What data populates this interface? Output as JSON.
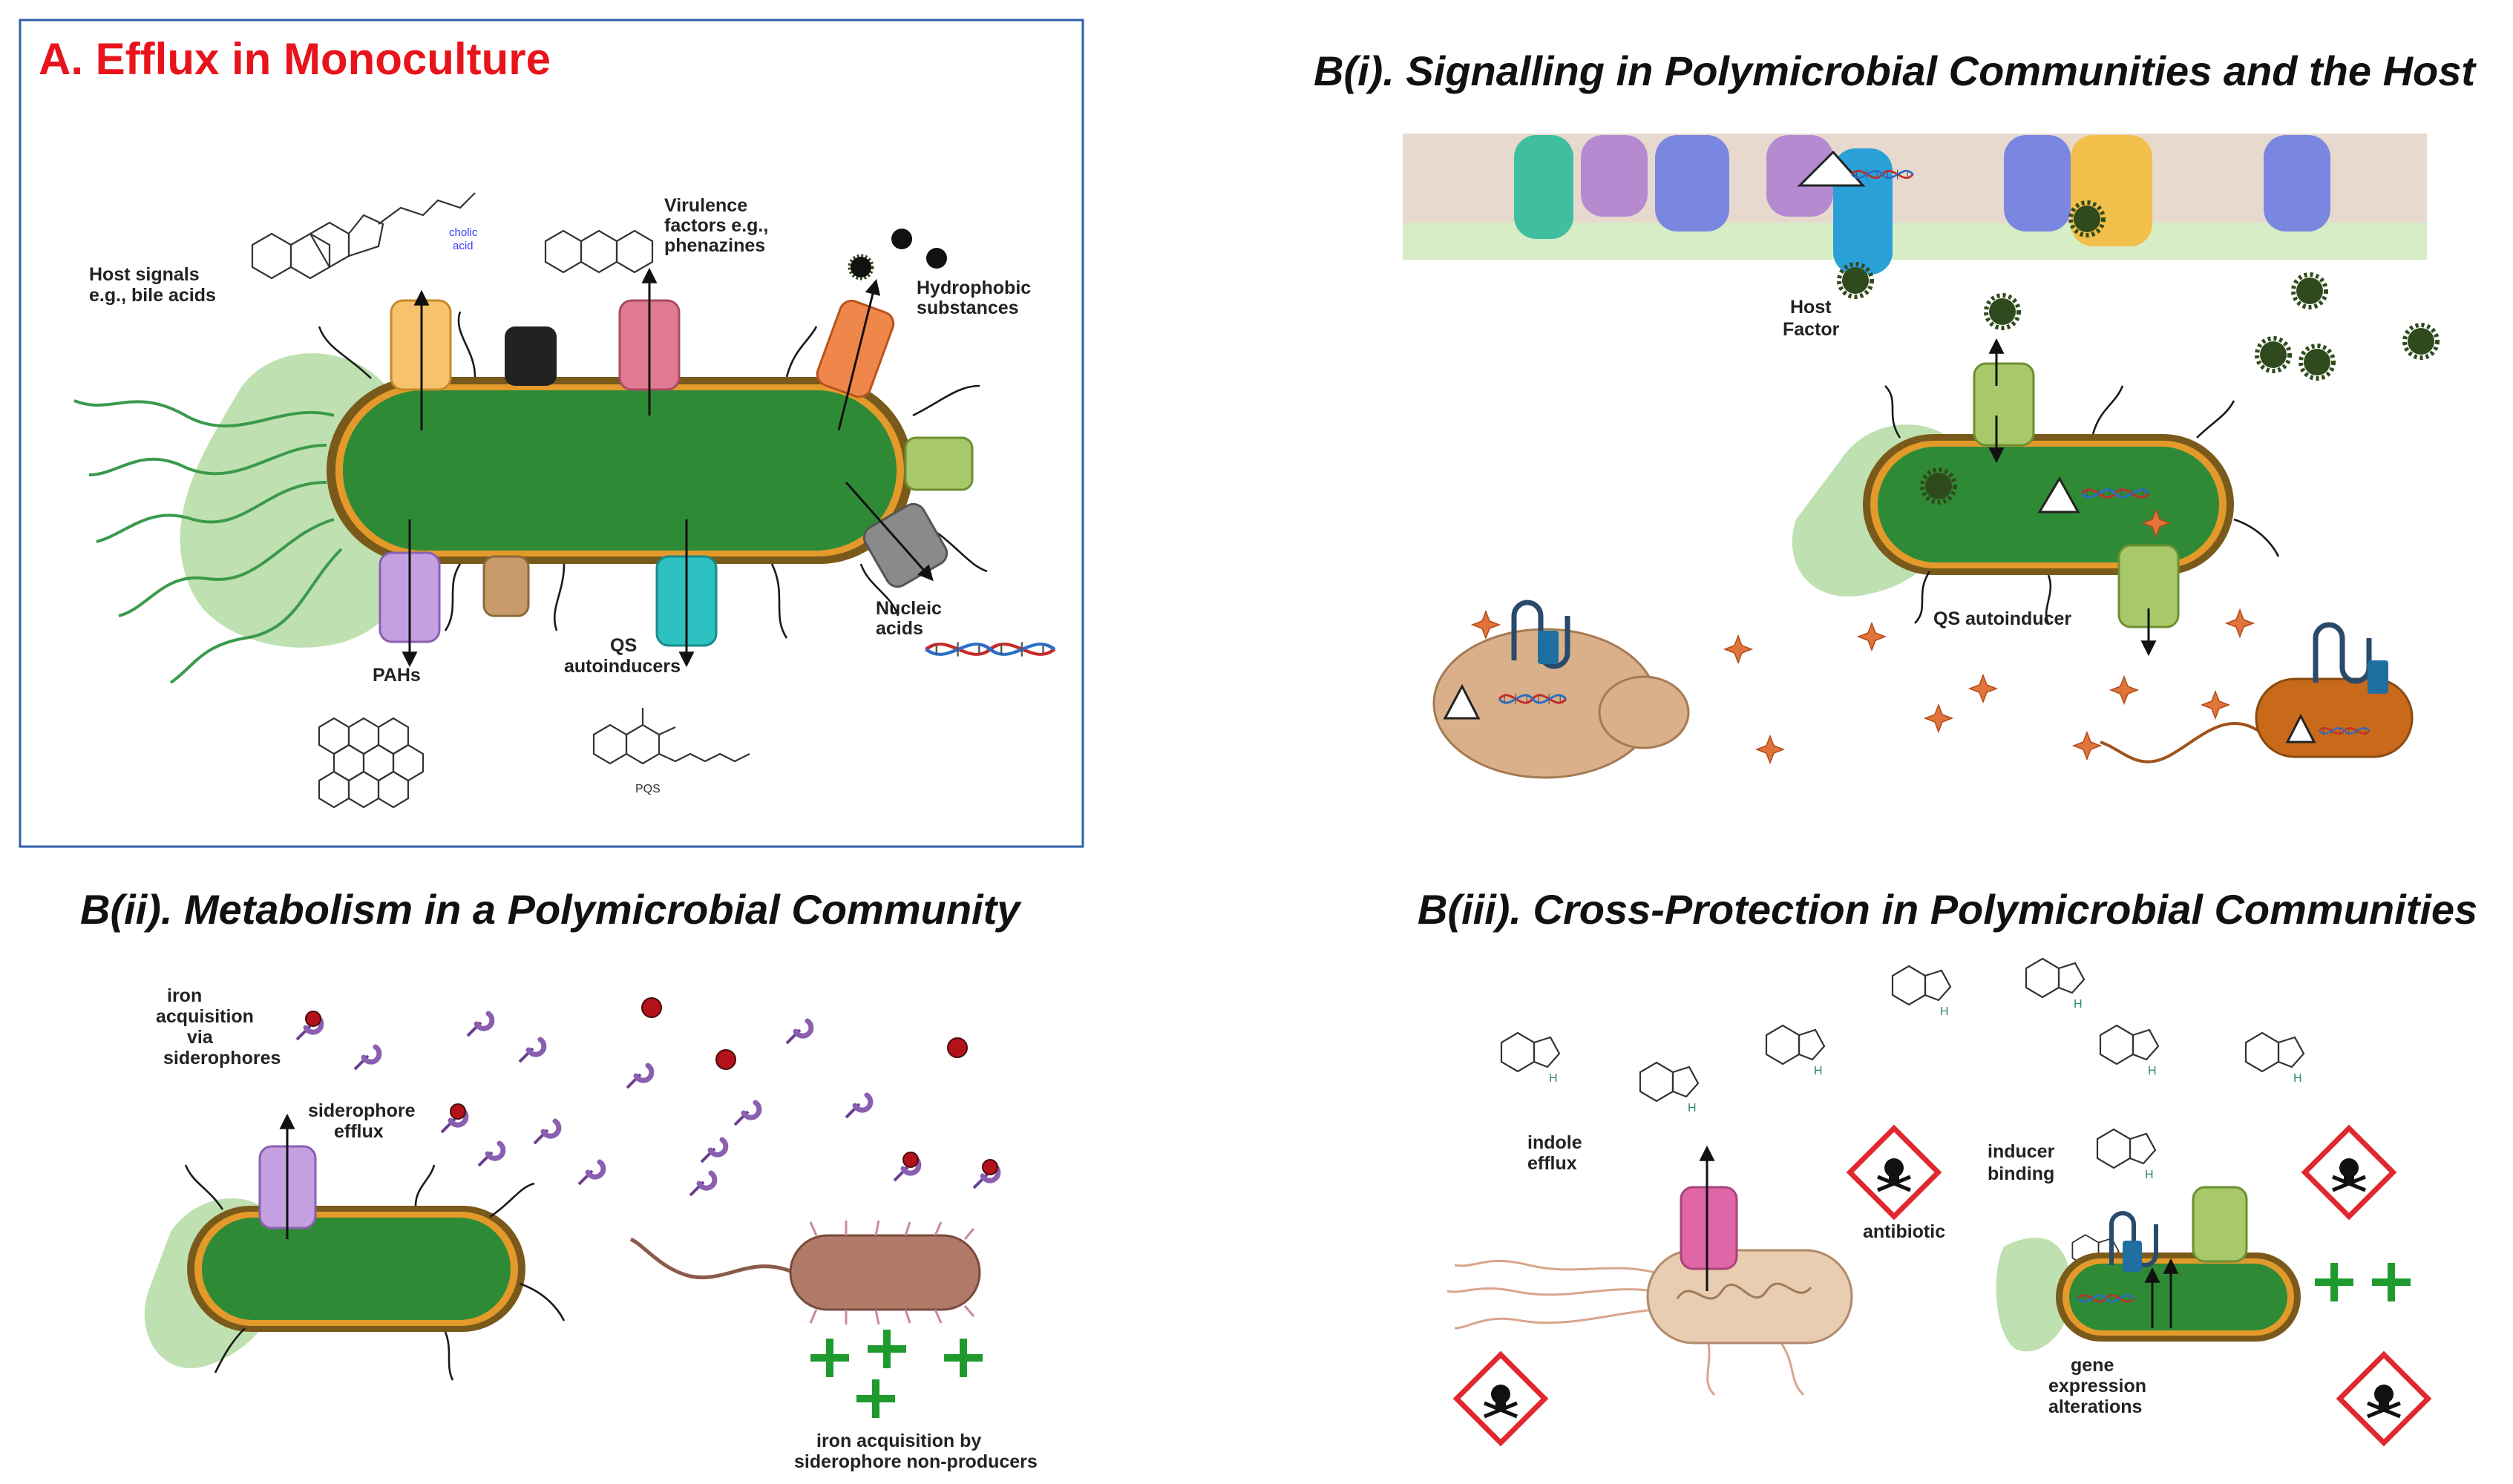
{
  "panels": {
    "a": {
      "title": "A. Efflux in Monoculture",
      "labels": {
        "host_signals": [
          "Host signals",
          "e.g., bile acids"
        ],
        "cholic_acid": [
          "cholic",
          "acid"
        ],
        "virulence": [
          "Virulence",
          "factors e.g.,",
          "phenazines"
        ],
        "hydrophobic": [
          "Hydrophobic",
          "substances"
        ],
        "pahs": "PAHs",
        "qs": [
          "QS",
          "autoinducers"
        ],
        "pqs": "PQS",
        "nucleic": [
          "Nucleic",
          "acids"
        ]
      }
    },
    "b1": {
      "title": "B(i). Signalling in Polymicrobial Communities and the Host",
      "labels": {
        "host_factor": [
          "Host",
          "Factor"
        ],
        "qs_autoinducer": "QS autoinducer"
      }
    },
    "b2": {
      "title": "B(ii). Metabolism in a Polymicrobial Community",
      "labels": {
        "iron_acq": [
          "iron",
          "acquisition",
          "via",
          "siderophores"
        ],
        "sid_efflux": [
          "siderophore",
          "efflux"
        ],
        "non_producers": [
          "iron acquisition by",
          "siderophore non-producers"
        ]
      }
    },
    "b3": {
      "title": "B(iii). Cross-Protection in Polymicrobial Communities",
      "labels": {
        "indole_efflux": [
          "indole",
          "efflux"
        ],
        "antibiotic": "antibiotic",
        "inducer_binding": [
          "inducer",
          "binding"
        ],
        "gene_expr": [
          "gene",
          "expression",
          "alterations"
        ]
      }
    }
  },
  "colors": {
    "title_red": "#e8141b",
    "panel_border": "#2e5fa8",
    "cell_green": "#2f8a36",
    "cell_rim": "#7a5a1a",
    "membrane_orange": "#e39a2b",
    "biofilm_green": "#bfe0b0",
    "siderophore_purple": "#8a5fb0",
    "iron_red": "#b3121b",
    "plus_green": "#1f9a2e",
    "hazard_red": "#e0282e",
    "spike_dark": "#2f4a1c",
    "star_orange": "#e0743a"
  }
}
